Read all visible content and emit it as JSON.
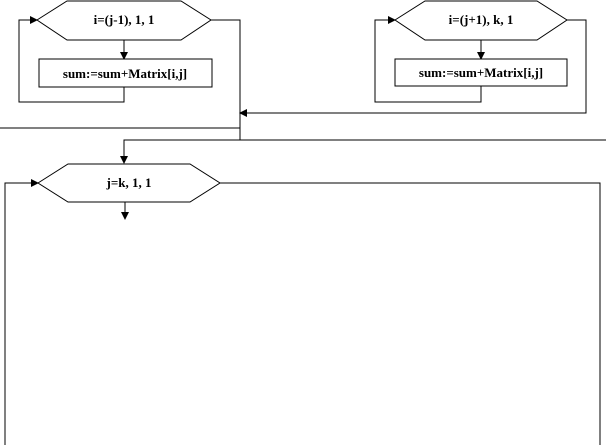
{
  "diagram": {
    "left_loop": {
      "header": "i=(j-1),  1, 1",
      "body": "sum:=sum+Matrix[i,j]"
    },
    "right_loop": {
      "header": "i=(j+1),  k, 1",
      "body": "sum:=sum+Matrix[i,j]"
    },
    "outer_loop": {
      "header": "j=k,  1, 1"
    }
  }
}
